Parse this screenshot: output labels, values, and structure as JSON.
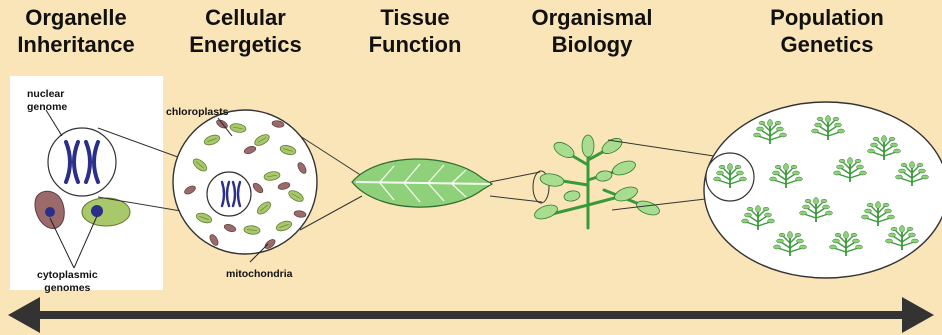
{
  "headings": [
    {
      "line1": "Organelle",
      "line2": "Inheritance"
    },
    {
      "line1": "Cellular",
      "line2": "Energetics"
    },
    {
      "line1": "Tissue",
      "line2": "Function"
    },
    {
      "line1": "Organismal",
      "line2": "Biology"
    },
    {
      "line1": "Population",
      "line2": "Genetics"
    }
  ],
  "labels": {
    "nuclear_genome_1": "nuclear",
    "nuclear_genome_2": "genome",
    "chloroplasts": "chloroplasts",
    "cytoplasmic_genomes_1": "cytoplasmic",
    "cytoplasmic_genomes_2": "genomes",
    "mitochondria": "mitochondria"
  },
  "colors": {
    "background": "#f9e5b8",
    "panel": "#ffffff",
    "chromosome": "#2a2f8a",
    "chloroplast": "#a9c86a",
    "mitochondria": "#9b6a6a",
    "leaf": "#8fd17a",
    "plant": "#3a9a3a",
    "arrow": "#333333"
  }
}
